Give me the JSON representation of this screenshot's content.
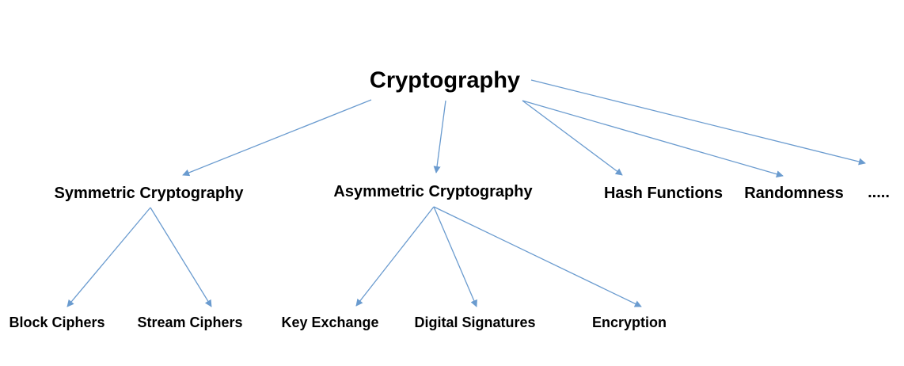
{
  "diagram": {
    "root": {
      "label": "Cryptography"
    },
    "categories": [
      {
        "id": "symmetric",
        "label": "Symmetric Cryptography"
      },
      {
        "id": "asymmetric",
        "label": "Asymmetric Cryptography"
      },
      {
        "id": "hash",
        "label": "Hash Functions"
      },
      {
        "id": "random",
        "label": "Randomness"
      },
      {
        "id": "more",
        "label": "....."
      }
    ],
    "leaves": [
      {
        "id": "block",
        "label": "Block Ciphers",
        "parent": "symmetric"
      },
      {
        "id": "stream",
        "label": "Stream Ciphers",
        "parent": "symmetric"
      },
      {
        "id": "keyex",
        "label": "Key Exchange",
        "parent": "asymmetric"
      },
      {
        "id": "digsig",
        "label": "Digital Signatures",
        "parent": "asymmetric"
      },
      {
        "id": "encryption",
        "label": "Encryption",
        "parent": "asymmetric"
      }
    ],
    "colors": {
      "arrow": "#6a9bcf",
      "text": "#000000",
      "background": "#ffffff"
    }
  }
}
